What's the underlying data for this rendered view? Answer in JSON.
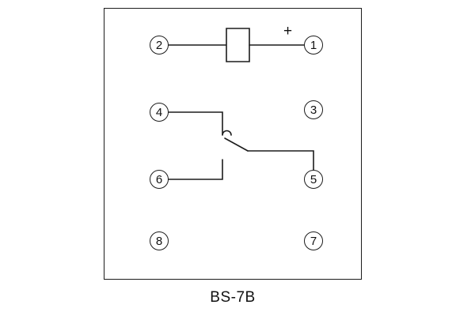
{
  "diagram": {
    "caption": "BS-7B",
    "plus_sign": "+",
    "terminals": [
      {
        "id": "terminal-2",
        "label": "2"
      },
      {
        "id": "terminal-1",
        "label": "1"
      },
      {
        "id": "terminal-4",
        "label": "4"
      },
      {
        "id": "terminal-3",
        "label": "3"
      },
      {
        "id": "terminal-6",
        "label": "6"
      },
      {
        "id": "terminal-5",
        "label": "5"
      },
      {
        "id": "terminal-8",
        "label": "8"
      },
      {
        "id": "terminal-7",
        "label": "7"
      }
    ],
    "components": {
      "coil": "relay-coil-box",
      "contact": "sliding-contact-switch"
    },
    "colors": {
      "line": "#1c1c1c",
      "background": "#ffffff"
    }
  }
}
